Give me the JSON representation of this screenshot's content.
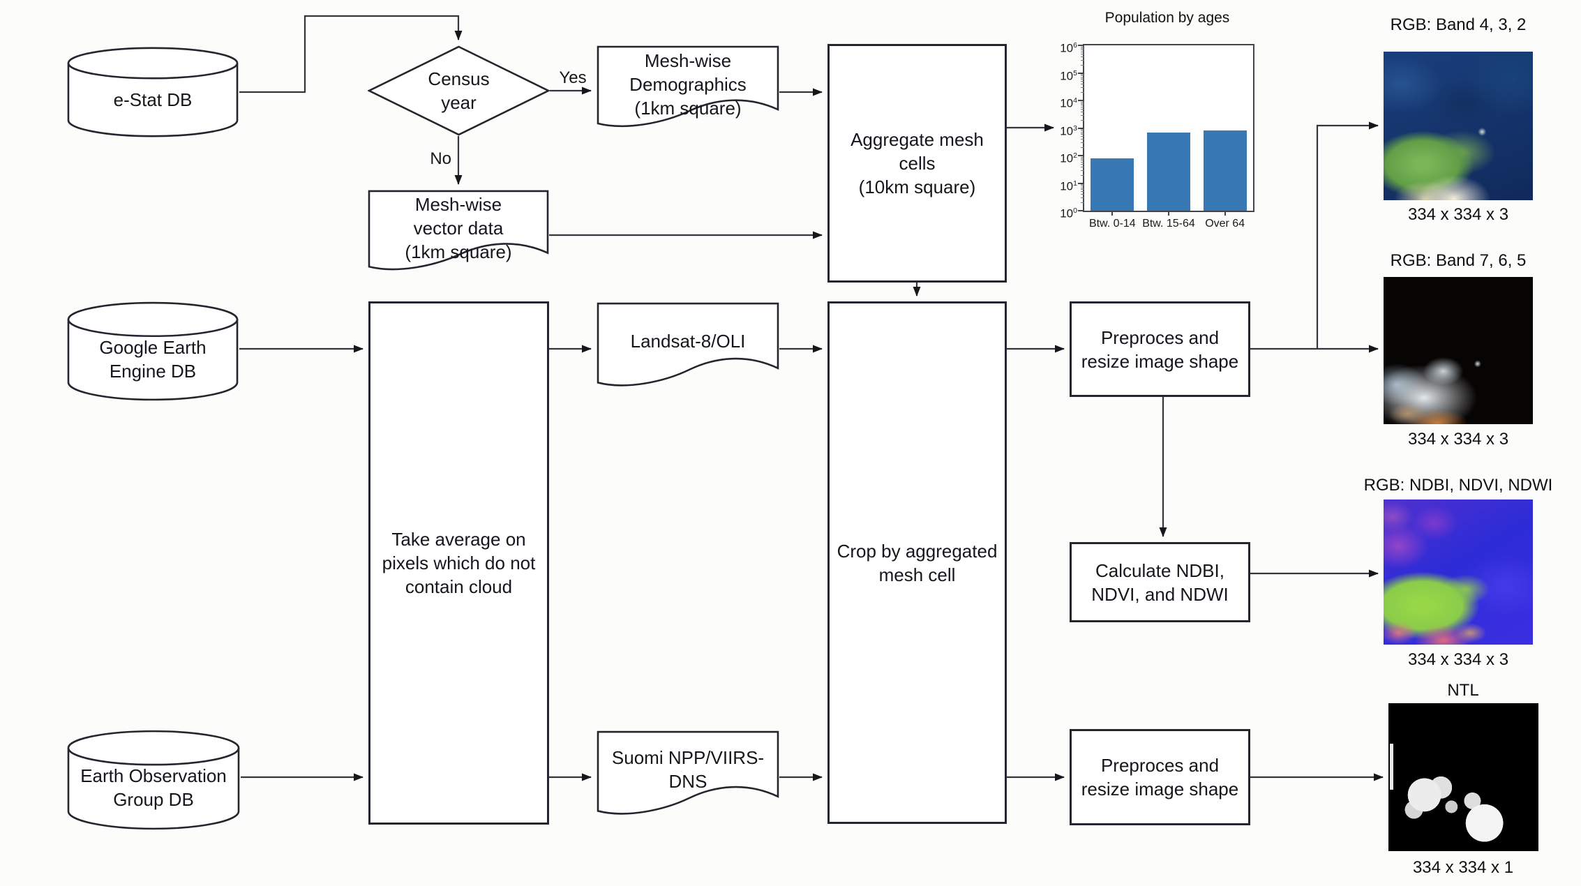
{
  "flowchart": {
    "databases": [
      {
        "label": "e-Stat DB"
      },
      {
        "label": "Google Earth\nEngine DB"
      },
      {
        "label": "Earth Observation\nGroup DB"
      }
    ],
    "decision": {
      "label": "Census\nyear",
      "yes_label": "Yes",
      "no_label": "No"
    },
    "documents": [
      {
        "label": "Mesh-wise\nDemographics\n(1km square)"
      },
      {
        "label": "Mesh-wise\nvector data\n(1km square)"
      },
      {
        "label": "Landsat-8/OLI"
      },
      {
        "label": "Suomi NPP/VIIRS-\nDNS"
      }
    ],
    "processes": [
      {
        "label": "Aggregate mesh\ncells\n(10km square)"
      },
      {
        "label": "Take average on\npixels which do not\ncontain cloud"
      },
      {
        "label": "Crop by aggregated\nmesh cell"
      },
      {
        "label": "Preproces and\nresize image shape"
      },
      {
        "label": "Calculate NDBI,\nNDVI, and NDWI"
      },
      {
        "label": "Preproces and\nresize image shape"
      }
    ],
    "outputs": [
      {
        "title": "RGB: Band 4, 3, 2",
        "caption": "334 x 334 x 3"
      },
      {
        "title": "RGB: Band 7, 6, 5",
        "caption": "334 x 334 x 3"
      },
      {
        "title": "RGB: NDBI, NDVI, NDWI",
        "caption": "334 x 334 x 3"
      },
      {
        "title": "NTL",
        "caption": "334 x 334 x 1"
      }
    ]
  },
  "chart_data": {
    "type": "bar",
    "title": "Population by ages",
    "categories": [
      "Btw. 0-14",
      "Btw. 15-64",
      "Over 64"
    ],
    "values": [
      80,
      700,
      800
    ],
    "yscale": "log",
    "ylim": [
      1,
      1000000
    ],
    "yticks": [
      "10^0",
      "10^1",
      "10^2",
      "10^3",
      "10^4",
      "10^5",
      "10^6"
    ],
    "bar_color": "#3878b4",
    "xlabel": "",
    "ylabel": "",
    "grid": false,
    "legend_position": "none"
  },
  "colors": {
    "background": "#fcfcfa",
    "node_fill": "#ffffff",
    "node_border": "#23262e",
    "connector": "#33373d",
    "bar": "#3878b4"
  }
}
